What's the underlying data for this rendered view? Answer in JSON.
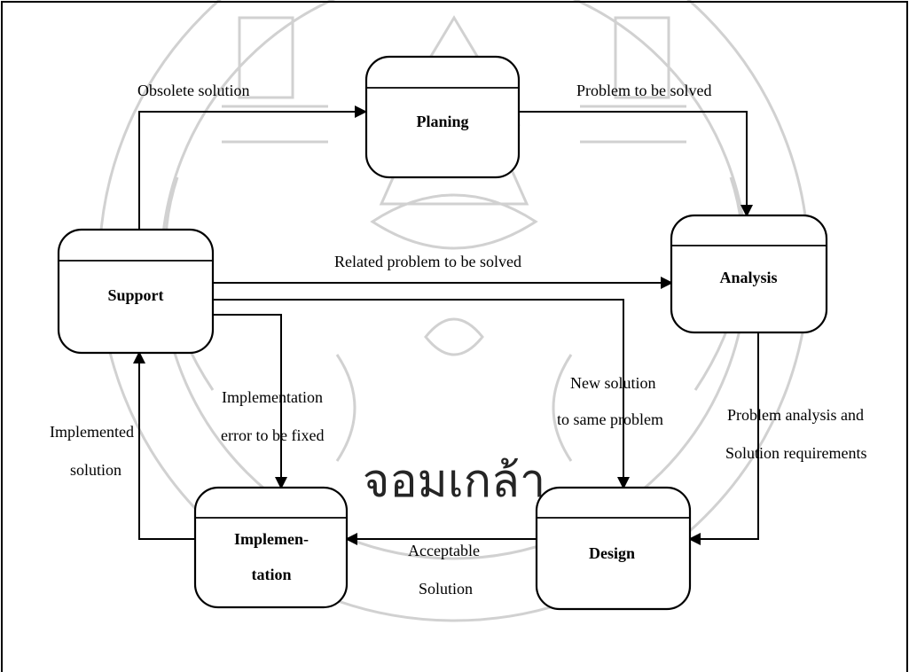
{
  "processes": {
    "planning": "Planing",
    "analysis": "Analysis",
    "support": "Support",
    "design": "Design",
    "implementation_line1": "Implemen-",
    "implementation_line2": "tation"
  },
  "flows": {
    "obsolete_solution": "Obsolete solution",
    "problem_to_be_solved": "Problem to be solved",
    "related_problem": "Related problem to be solved",
    "new_solution_line1": "New solution",
    "new_solution_line2": "to same problem",
    "impl_error_line1": "Implementation",
    "impl_error_line2": "error to be fixed",
    "implemented_line1": "Implemented",
    "implemented_line2": "solution",
    "problem_analysis_line1": "Problem analysis and",
    "problem_analysis_line2": "Solution requirements",
    "acceptable_line1": "Acceptable",
    "acceptable_line2": "Solution"
  },
  "watermark": {
    "text": "จอมเกล้า"
  }
}
